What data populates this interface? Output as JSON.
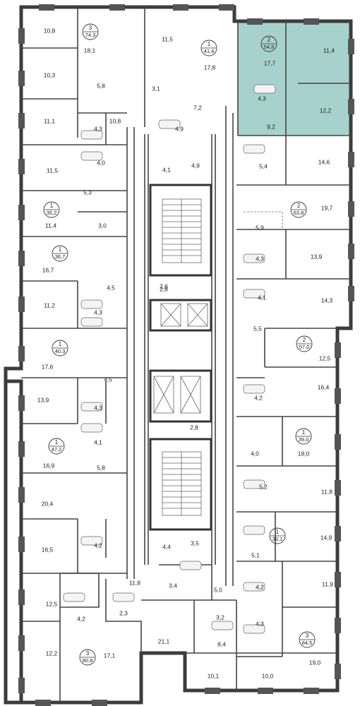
{
  "plan": {
    "highlight_color": "#a7d1cc",
    "wall_color": "#3c3c3c",
    "apartments": [
      {
        "name": "apt-top-left",
        "rooms": "3",
        "area": "74,3"
      },
      {
        "name": "apt-top-mid",
        "rooms": "1",
        "area": "41,4"
      },
      {
        "name": "apt-highlighted",
        "rooms": "2",
        "area": "54,8"
      },
      {
        "name": "apt-left-2",
        "rooms": "1",
        "area": "35,2"
      },
      {
        "name": "apt-right-2",
        "rooms": "2",
        "area": "63,8"
      },
      {
        "name": "apt-left-3",
        "rooms": "1",
        "area": "36,7"
      },
      {
        "name": "apt-right-3",
        "rooms": "2",
        "area": "57,0"
      },
      {
        "name": "apt-left-4",
        "rooms": "1",
        "area": "40,3"
      },
      {
        "name": "apt-left-5",
        "rooms": "1",
        "area": "47,2"
      },
      {
        "name": "apt-right-4",
        "rooms": "1",
        "area": "39,0"
      },
      {
        "name": "apt-right-5",
        "rooms": "1",
        "area": "36,1"
      },
      {
        "name": "apt-bottom-left",
        "rooms": "3",
        "area": "80,8"
      },
      {
        "name": "apt-bottom-right",
        "rooms": "3",
        "area": "84,5"
      }
    ],
    "room_labels": [
      "10,8",
      "18,1",
      "11,5",
      "17,8",
      "11,4",
      "17,7",
      "10,3",
      "5,8",
      "3,1",
      "4,3",
      "12,2",
      "11,1",
      "4,3",
      "10,8",
      "4,9",
      "7,2",
      "9,2",
      "4,0",
      "11,5",
      "4,1",
      "4,9",
      "5,4",
      "14,6",
      "5,3",
      "19,7",
      "11,4",
      "3,0",
      "5,9",
      "13,9",
      "16,7",
      "4,3",
      "4,5",
      "2,6",
      "2,8",
      "4,1",
      "11,2",
      "4,3",
      "14,3",
      "5,5",
      "17,6",
      "12,5",
      "4,5",
      "13,9",
      "4,3",
      "4,2",
      "16,4",
      "4,1",
      "16,9",
      "2,8",
      "4,0",
      "18,0",
      "5,8",
      "5,2",
      "20,4",
      "11,8",
      "4,2",
      "4,4",
      "3,5",
      "14,9",
      "16,5",
      "5,1",
      "11,8",
      "3,4",
      "5,0",
      "4,2",
      "11,9",
      "12,5",
      "4,2",
      "2,3",
      "3,2",
      "4,3",
      "21,1",
      "8,4",
      "12,2",
      "17,1",
      "19,0",
      "10,1",
      "10,0"
    ]
  }
}
